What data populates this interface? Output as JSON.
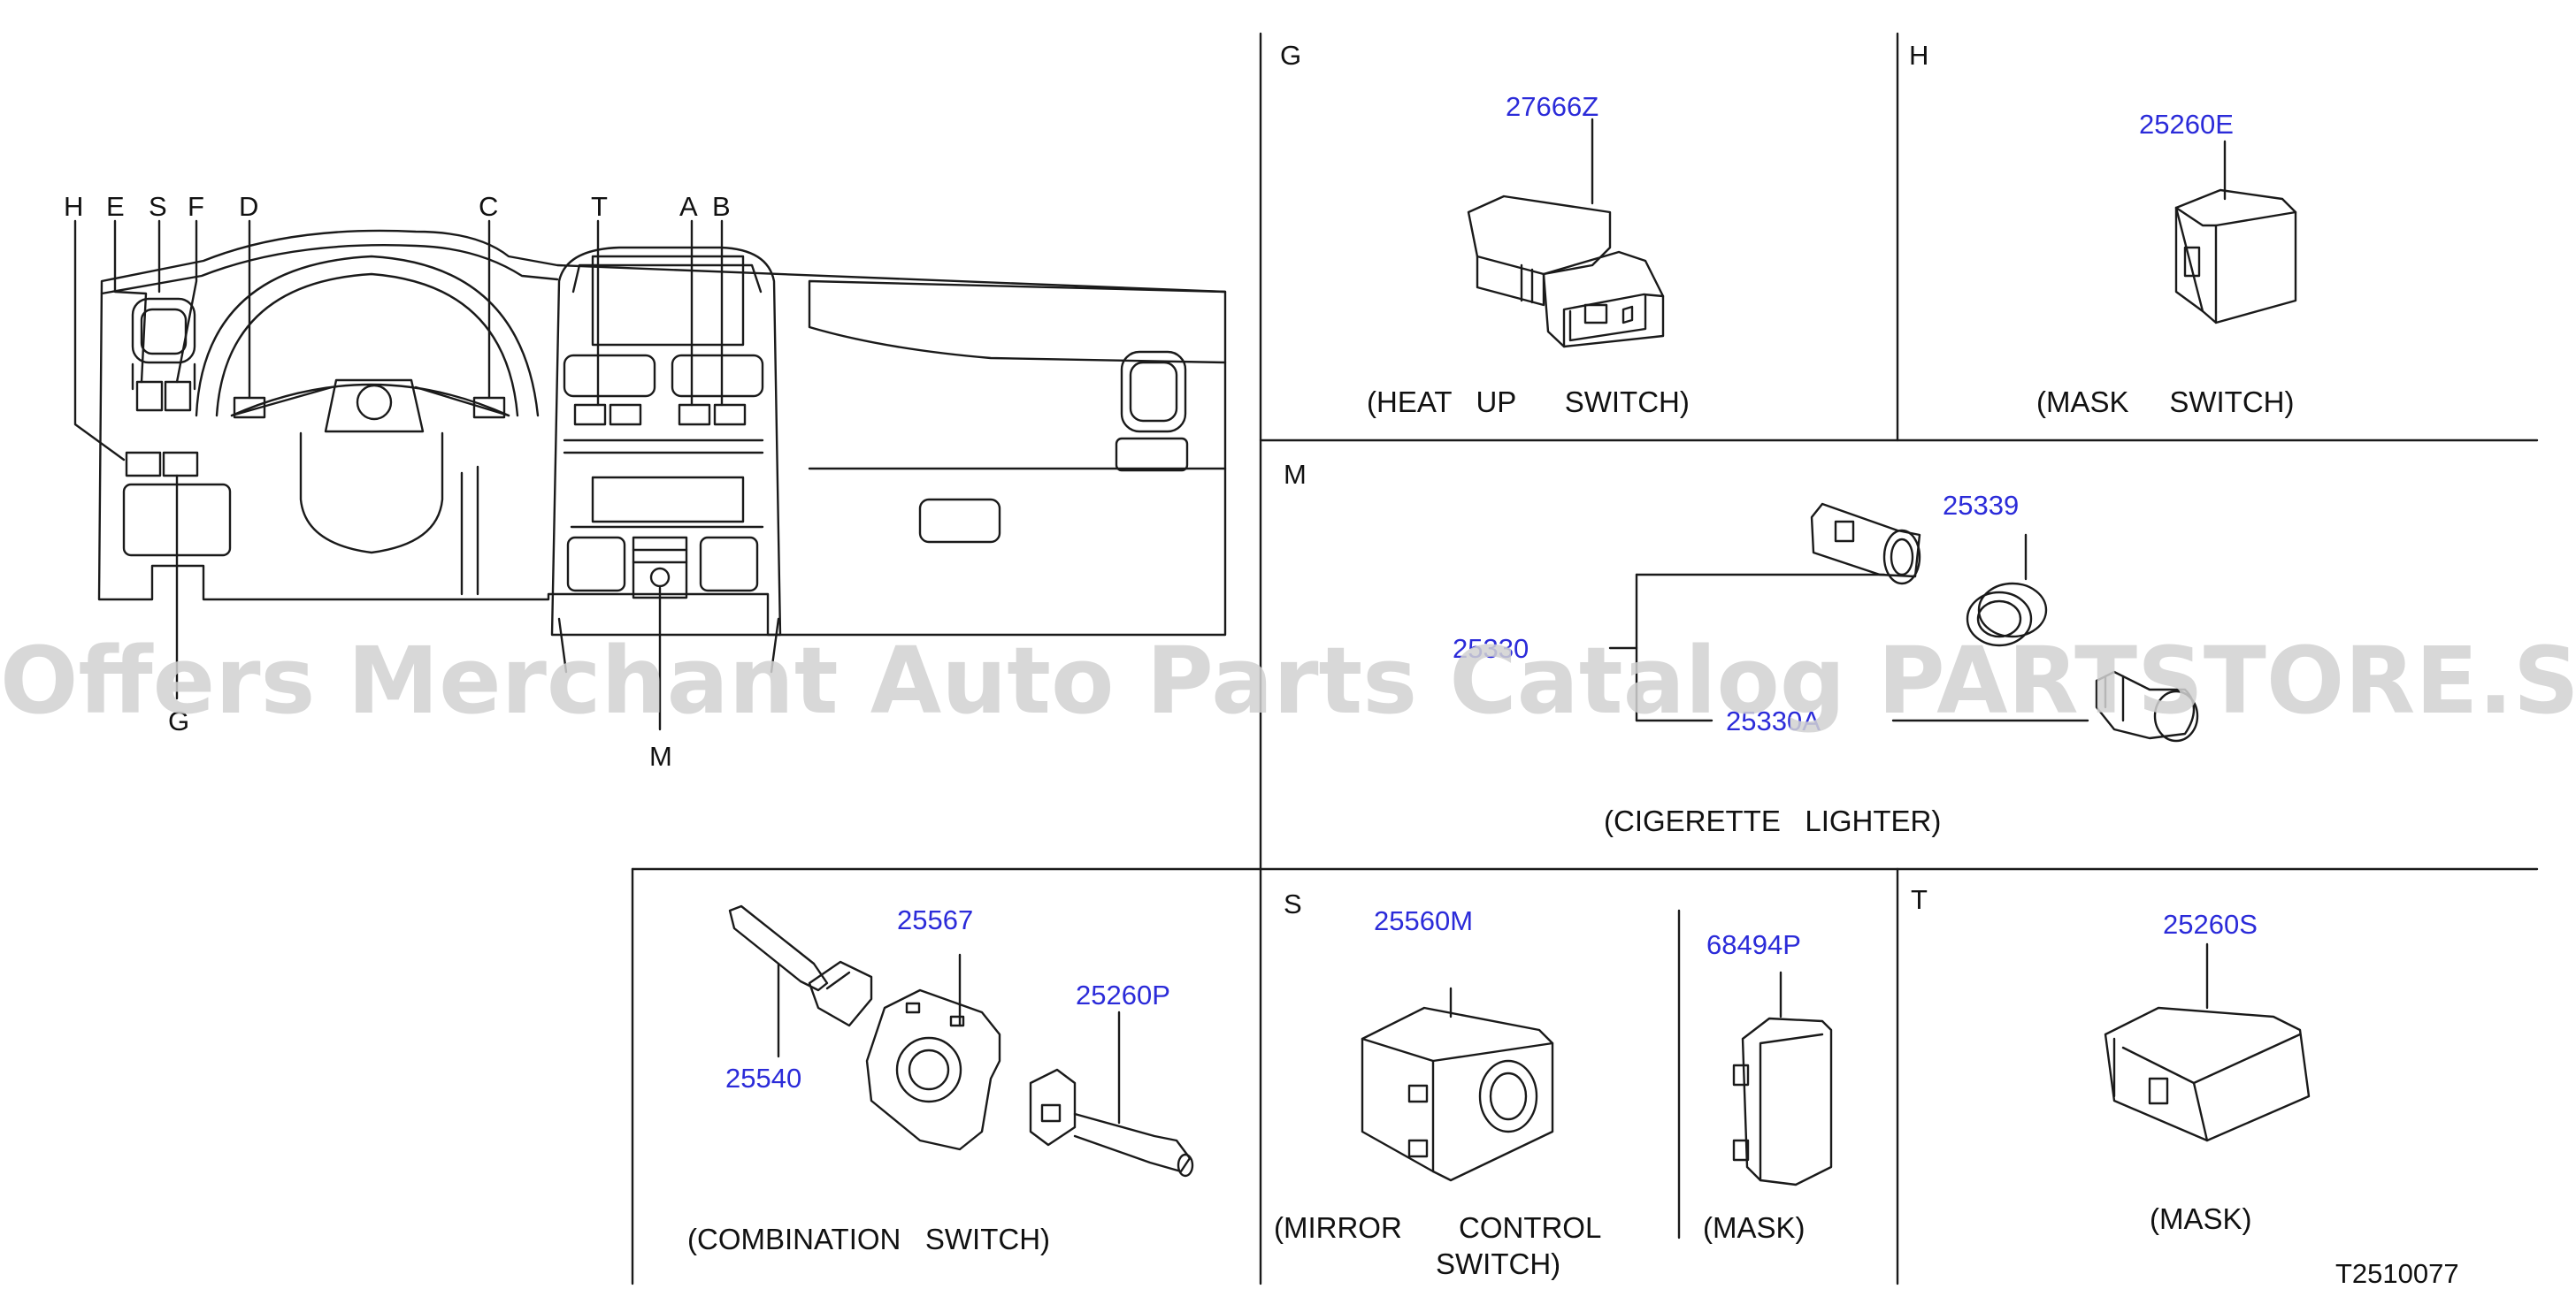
{
  "callouts": {
    "H": "H",
    "E": "E",
    "S": "S",
    "F": "F",
    "D": "D",
    "C": "C",
    "T": "T",
    "A": "A",
    "B": "B",
    "G": "G",
    "M": "M"
  },
  "panels": {
    "G": {
      "letter": "G",
      "part": "27666Z",
      "caption": "(HEAT   UP      SWITCH)"
    },
    "H": {
      "letter": "H",
      "part": "25260E",
      "caption": "(MASK     SWITCH)"
    },
    "M": {
      "letter": "M",
      "parts": [
        "25339",
        "25330",
        "25330A"
      ],
      "caption": "(CIGERETTE   LIGHTER)"
    },
    "combination": {
      "parts": [
        "25567",
        "25260P",
        "25540"
      ],
      "caption": "(COMBINATION   SWITCH)"
    },
    "S": {
      "letter": "S",
      "parts": [
        "25560M",
        "68494P"
      ],
      "caption_mirror_1": "(MIRROR       CONTROL",
      "caption_mirror_2": "SWITCH)",
      "caption_mask": "(MASK)"
    },
    "T": {
      "letter": "T",
      "part": "25260S",
      "caption": "(MASK)"
    }
  },
  "drawing_code": "T2510077",
  "watermark": "Offers Merchant Auto Parts Catalog PARTSTORE.SA"
}
